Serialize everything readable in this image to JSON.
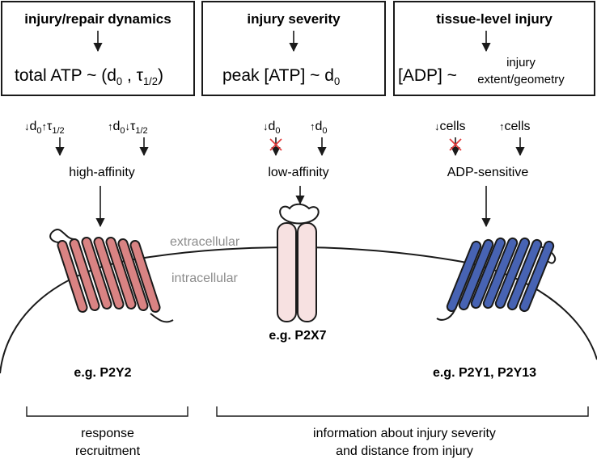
{
  "boxes": {
    "left": {
      "title": "injury/repair dynamics",
      "formula_prefix": "total ATP ~ (d",
      "sub0": "0",
      "comma": " , τ",
      "sub_half": "1/2",
      "close": ")"
    },
    "middle": {
      "title": "injury severity",
      "formula_prefix": "peak [ATP] ~ d",
      "sub0": "0"
    },
    "right": {
      "title": "tissue-level injury",
      "formula_prefix": "[ADP] ~",
      "note_top": "injury",
      "note_bottom": "extent/geometry"
    }
  },
  "conditions": {
    "left_a": {
      "d": "d",
      "sub0": "0",
      "tau": "τ",
      "sub_half": "1/2"
    },
    "left_b": {
      "d": "d",
      "sub0": "0",
      "tau": "τ",
      "sub_half": "1/2"
    },
    "mid_a": {
      "d": "d",
      "sub0": "0"
    },
    "mid_b": {
      "d": "d",
      "sub0": "0"
    },
    "right_a": "cells",
    "right_b": "cells"
  },
  "receptor_types": {
    "left": "high-affinity",
    "middle": "low-affinity",
    "right": "ADP-sensitive"
  },
  "membrane": {
    "outside": "extracellular",
    "inside": "intracellular"
  },
  "examples": {
    "left": "e.g. P2Y2",
    "middle": "e.g. P2X7",
    "right": "e.g. P2Y1, P2Y13"
  },
  "outcomes": {
    "left_line1": "response",
    "left_line2": "recruitment",
    "right_line1": "information about injury severity",
    "right_line2": "and distance from injury"
  },
  "colors": {
    "p2y2_fill": "#d98383",
    "p2x7_fill": "#f7e1e1",
    "p2y1_fill": "#4763b3",
    "cross": "#e23b3b",
    "membrane_text": "#8c8c8c"
  }
}
